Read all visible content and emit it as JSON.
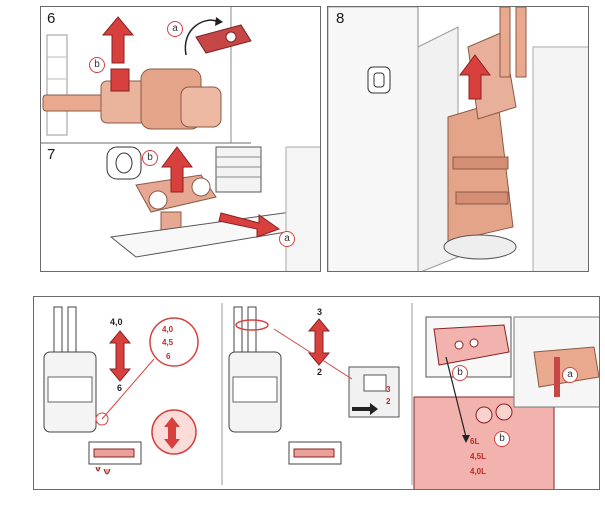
{
  "steps": {
    "s6": "6",
    "s7": "7",
    "s8": "8"
  },
  "callouts": {
    "a": "a",
    "b": "b"
  },
  "volume_panel_1": {
    "top_label": "4,0",
    "bottom_label": "6",
    "scale": [
      "4,0",
      "4,5",
      "6"
    ]
  },
  "volume_panel_2": {
    "top_label": "3",
    "bottom_label": "2",
    "scale": [
      "3",
      "2"
    ]
  },
  "volume_panel_3": {
    "scale": [
      "6L",
      "4,5L",
      "4,0L"
    ]
  },
  "colors": {
    "accent_red": "#d8403e",
    "copper": "#e8a98e",
    "pink": "#f2b3ae",
    "frame": "#6b6b6b"
  }
}
